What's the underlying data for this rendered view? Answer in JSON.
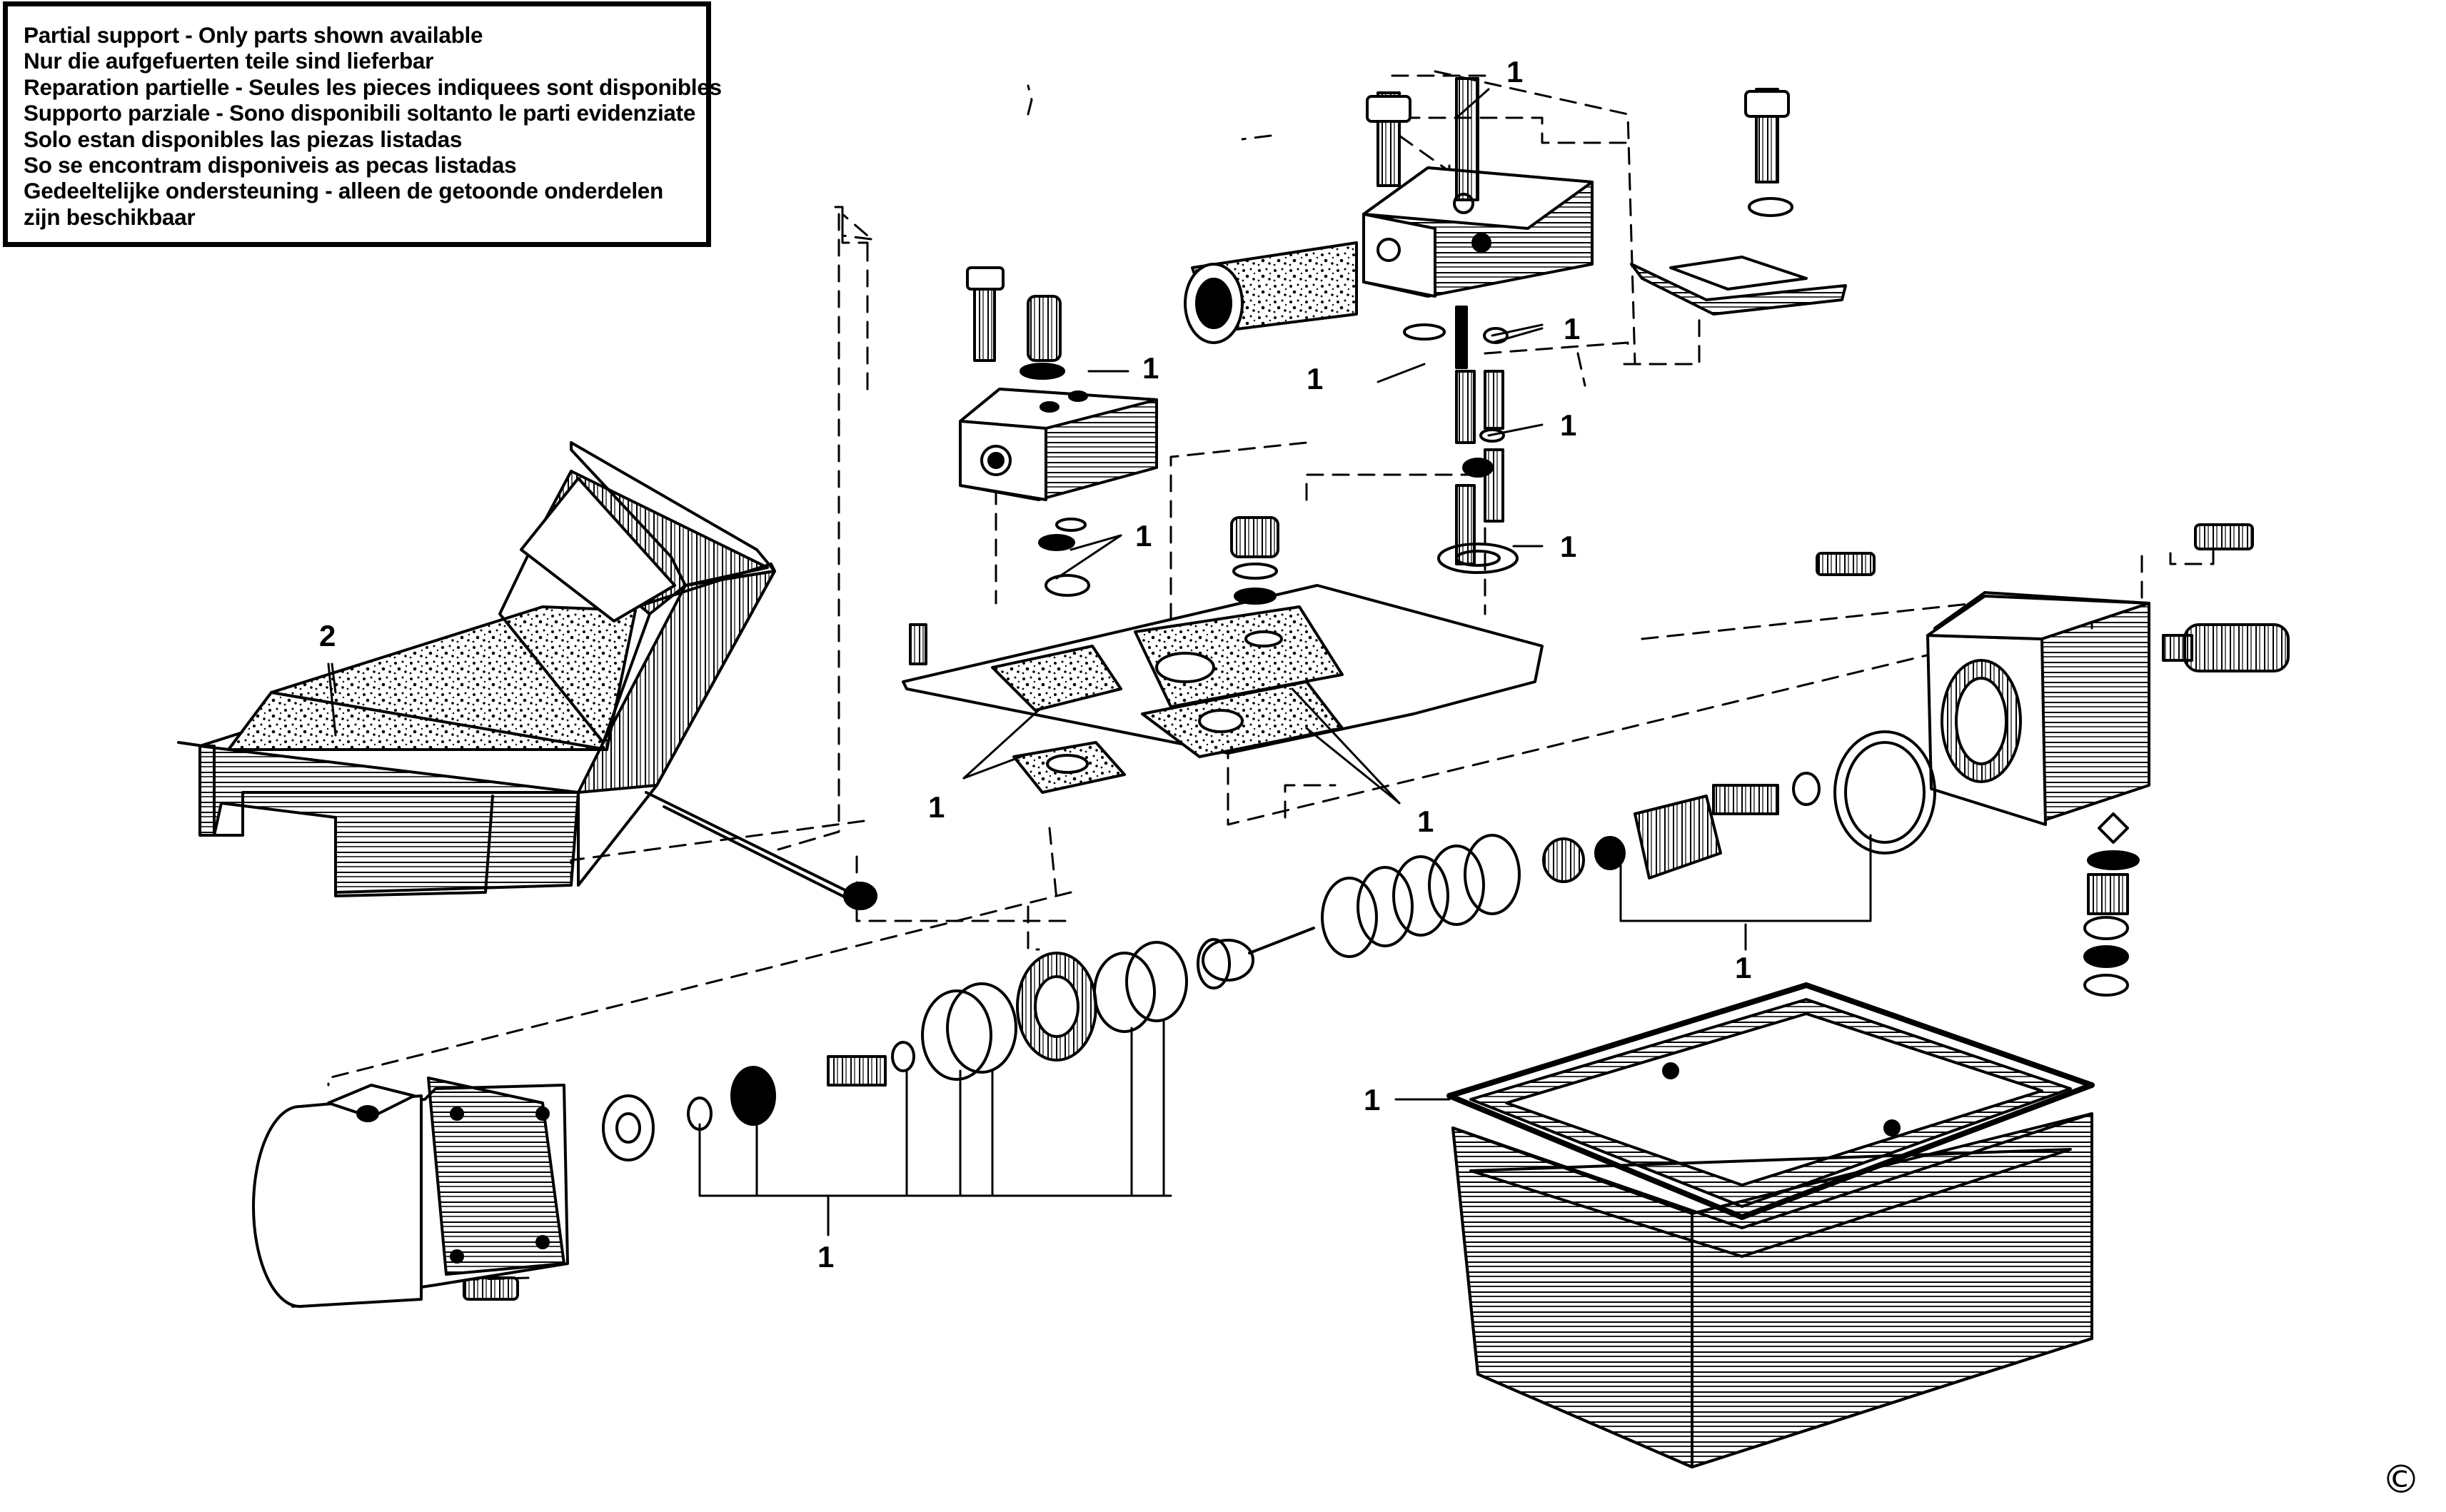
{
  "notice": {
    "lines": [
      "Partial support - Only parts shown available",
      "Nur die aufgefuerten teile sind lieferbar",
      "Reparation partielle - Seules les pieces indiquees sont disponibles",
      "Supporto parziale - Sono disponibili soltanto le parti evidenziate",
      "Solo estan disponibles las piezas listadas",
      "So se encontram disponiveis as pecas listadas",
      "Gedeeltelijke ondersteuning - alleen de getoonde onderdelen",
      "zijn beschikbaar"
    ]
  },
  "callouts": {
    "c1": "1",
    "c2": "1",
    "c3": "1",
    "c4": "1",
    "c5": "1",
    "c6": "1",
    "c7": "1",
    "c8": "1",
    "c9": "1",
    "c10": "1",
    "c11": "1",
    "c12": "1",
    "pedal": "2"
  },
  "copyright": "©",
  "colors": {
    "ink": "#000000",
    "paper": "#ffffff"
  }
}
